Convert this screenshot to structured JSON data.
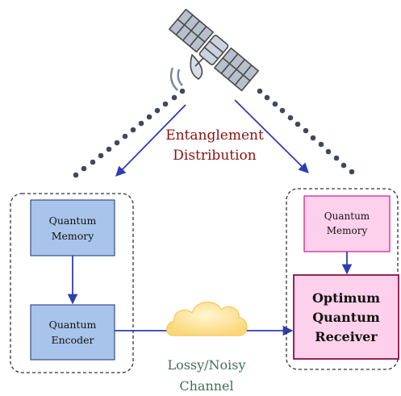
{
  "labels": {
    "entanglement_line1": "Entanglement",
    "entanglement_line2": "Distribution",
    "left_memory_line1": "Quantum",
    "left_memory_line2": "Memory",
    "encoder_line1": "Quantum",
    "encoder_line2": "Encoder",
    "right_memory_line1": "Quantum",
    "right_memory_line2": "Memory",
    "receiver_line1": "Optimum",
    "receiver_line2": "Quantum",
    "receiver_line3": "Receiver",
    "channel_line1": "Lossy/Noisy",
    "channel_line2": "Channel"
  },
  "icons": {
    "satellite": "satellite-icon",
    "cloud": "cloud-icon"
  },
  "colors": {
    "blue_box_fill": "#a9c4ea",
    "blue_box_stroke": "#3a4e86",
    "pink_box_fill": "#fdd0ec",
    "pink_box_stroke": "#d21a8a",
    "receiver_stroke": "#8a1140",
    "arrow": "#2e3db4",
    "entanglement_text": "#8b1010",
    "channel_text": "#3f6e5a",
    "cloud_fill": "#fde6a0",
    "dots": "#3e4a5c"
  }
}
